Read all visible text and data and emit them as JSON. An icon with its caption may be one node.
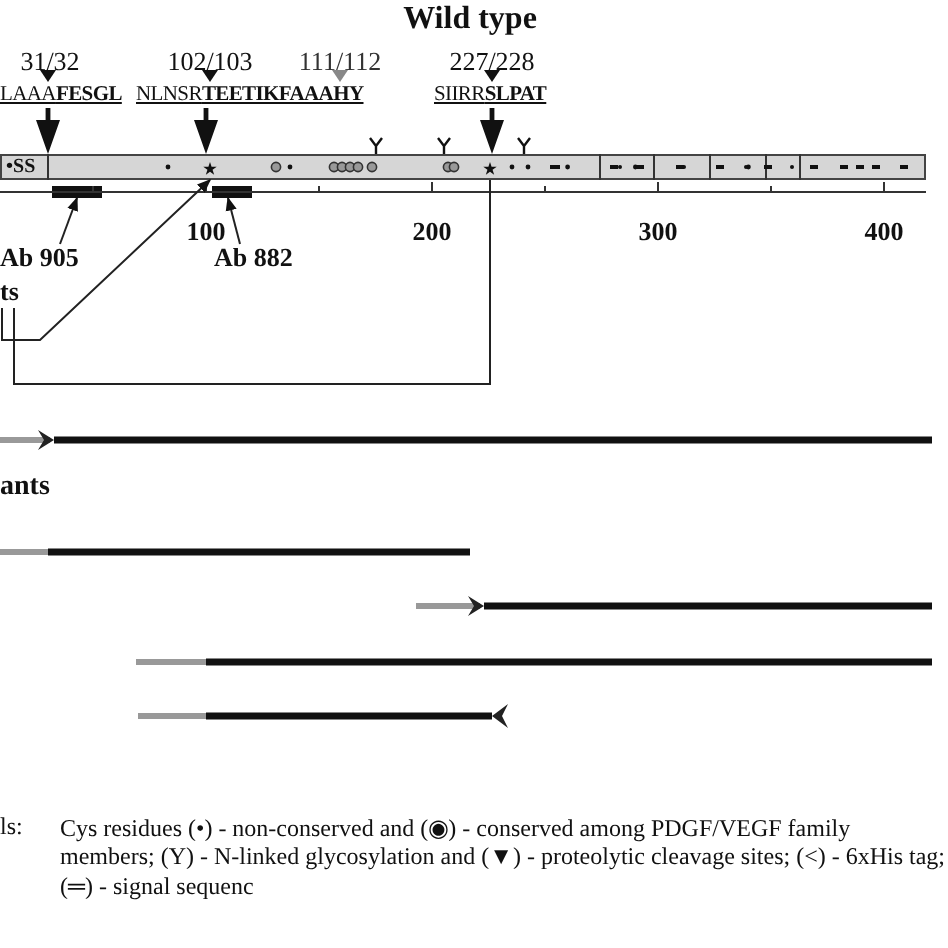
{
  "diagram": {
    "title": "Wild type",
    "nodes": [
      {
        "text": [
          "•SS"
        ]
      },
      {
        "text": [],
        "shape": "bar"
      },
      {
        "text": [],
        "shape": "bar"
      },
      {
        "text": [
          "Ab 905"
        ]
      },
      {
        "text": [
          "Ab 882"
        ]
      },
      {
        "text": [
          "ts"
        ]
      }
    ],
    "edges": [
      {
        "from": 3,
        "to": 1,
        "arrow": "to"
      },
      {
        "from": 4,
        "to": 2,
        "arrow": "to"
      },
      {
        "from": 5,
        "to": 0,
        "arrow": "to"
      },
      {
        "from": 5,
        "to": 0,
        "arrow": "none"
      }
    ],
    "labels": [
      "31/32",
      "102/103",
      "111/112",
      "227/228",
      "LAAA**FESGL**",
      "NLNSR**TEETIKFAAAHY**",
      "SIIRR**SLPAT**",
      "100",
      "200",
      "300",
      "400",
      "ants",
      "ls:",
      "Cys residues (•) - non-conserved and (◉) - conserved among PDGF/VEGF family members; (Y) - N-linked glycosylation and (▼) - proteolytic cleavage sites; (<) - 6xHis tag; (═) - signal sequenc"
    ]
  }
}
